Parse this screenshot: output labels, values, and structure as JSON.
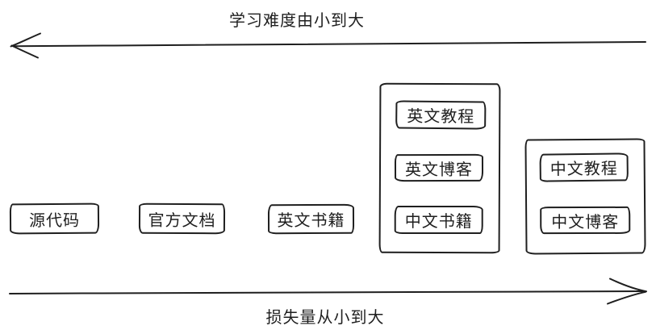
{
  "axes": {
    "top": {
      "label": "学习难度由小到大",
      "direction": "left"
    },
    "bottom": {
      "label": "损失量从小到大",
      "direction": "right"
    }
  },
  "standalone_boxes": [
    {
      "label": "源代码"
    },
    {
      "label": "官方文档"
    },
    {
      "label": "英文书籍"
    }
  ],
  "groups": [
    {
      "items": [
        {
          "label": "英文教程"
        },
        {
          "label": "英文博客"
        },
        {
          "label": "中文书籍"
        }
      ]
    },
    {
      "items": [
        {
          "label": "中文教程"
        },
        {
          "label": "中文博客"
        }
      ]
    }
  ],
  "colors": {
    "stroke": "#1f1f1f",
    "background": "#ffffff"
  }
}
